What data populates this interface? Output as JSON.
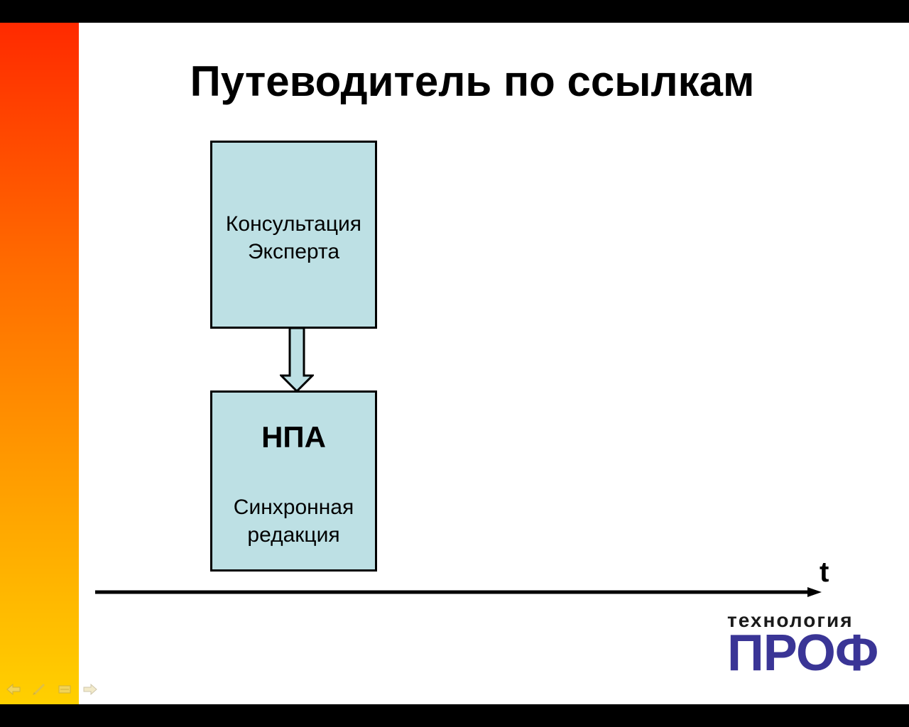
{
  "slide": {
    "title": "Путеводитель по ссылкам"
  },
  "diagram": {
    "top_box": {
      "line1": "Консультация",
      "line2": "Эксперта"
    },
    "bottom_box": {
      "heading": "НПА",
      "line1": "Синхронная",
      "line2": "редакция"
    },
    "timeline_label": "t"
  },
  "logo": {
    "small_text": "технология",
    "big_text": "ПРОФ"
  },
  "nav": {
    "icons": [
      "arrow-left-icon",
      "pen-icon",
      "menu-icon",
      "arrow-right-icon"
    ]
  },
  "colors": {
    "box_fill": "#bde0e4",
    "logo_blue": "#3a3596",
    "gradient_top": "#ff2a00",
    "gradient_bottom": "#ffd000"
  }
}
